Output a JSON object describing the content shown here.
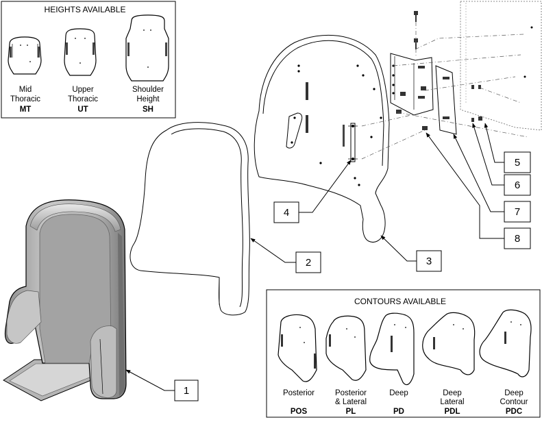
{
  "heights_panel": {
    "title": "HEIGHTS AVAILABLE",
    "items": [
      {
        "line1": "Mid",
        "line2": "Thoracic",
        "code": "MT"
      },
      {
        "line1": "Upper",
        "line2": "Thoracic",
        "code": "UT"
      },
      {
        "line1": "Shoulder",
        "line2": "Height",
        "code": "SH"
      }
    ]
  },
  "contours_panel": {
    "title": "CONTOURS AVAILABLE",
    "items": [
      {
        "line1": "Posterior",
        "line2": "",
        "code": "POS"
      },
      {
        "line1": "Posterior",
        "line2": "& Lateral",
        "code": "PL"
      },
      {
        "line1": "Deep",
        "line2": "",
        "code": "PD"
      },
      {
        "line1": "Deep",
        "line2": "Lateral",
        "code": "PDL"
      },
      {
        "line1": "Deep",
        "line2": "Contour",
        "code": "PDC"
      }
    ]
  },
  "callouts": {
    "c1": "1",
    "c2": "2",
    "c3": "3",
    "c4": "4",
    "c5": "5",
    "c6": "6",
    "c7": "7",
    "c8": "8"
  }
}
